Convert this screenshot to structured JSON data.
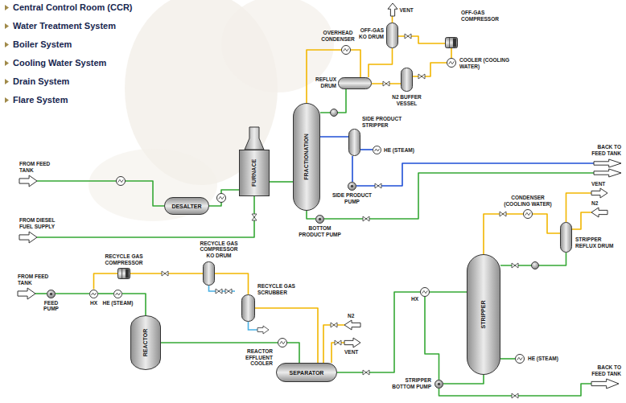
{
  "diagram": {
    "nodes": [
      {
        "text": [
          "OVERHEAD CONDENSER"
        ]
      },
      {
        "text": [
          "OFF-GAS KO DRUM"
        ]
      },
      {
        "text": [
          "VENT"
        ]
      },
      {
        "text": [
          "OFF-GAS COMPRESSOR"
        ]
      },
      {
        "text": [
          "REFLUX DRUM"
        ]
      },
      {
        "text": [
          "COOLER (COOLING WATER)"
        ]
      },
      {
        "text": [
          "N2 BUFFER VESSEL"
        ]
      },
      {
        "text": [
          "FRACTIONATION"
        ]
      },
      {
        "text": [
          "SIDE PRODUCT STRIPPER"
        ]
      },
      {
        "text": [
          "HE (STEAM)"
        ]
      },
      {
        "text": [
          "FROM FEED TANK"
        ]
      },
      {
        "text": [
          "FURNACE"
        ]
      },
      {
        "text": [
          "DESALTER"
        ]
      },
      {
        "text": [
          "SIDE PRODUCT PUMP"
        ]
      },
      {
        "text": [
          "BACK TO FEED TANK"
        ]
      },
      {
        "text": [
          "FROM DIESEL FUEL SUPPLY"
        ]
      },
      {
        "text": [
          "BOTTOM PRODUCT PUMP"
        ]
      },
      {
        "text": [
          "VENT"
        ]
      },
      {
        "text": [
          "CONDENSER (COOLING WATER)"
        ]
      },
      {
        "text": [
          "N2"
        ]
      },
      {
        "text": [
          "STRIPPER REFLUX DRUM"
        ]
      },
      {
        "text": [
          "RECYCLE GAS COMPRESSOR KO DRUM"
        ]
      },
      {
        "text": [
          "RECYCLE GAS COMPRESSOR"
        ]
      },
      {
        "text": [
          "FROM FEED TANK"
        ]
      },
      {
        "text": [
          "FEED PUMP"
        ]
      },
      {
        "text": [
          "HX"
        ]
      },
      {
        "text": [
          "HE (STEAM)"
        ]
      },
      {
        "text": [
          "RECYCLE GAS SCRUBBER"
        ]
      },
      {
        "text": [
          "STRIPPER"
        ]
      },
      {
        "text": [
          "HX"
        ]
      },
      {
        "text": [
          "REACTOR"
        ]
      },
      {
        "text": [
          "N2"
        ]
      },
      {
        "text": [
          "VENT"
        ]
      },
      {
        "text": [
          "REACTOR EFFLUENT COOLER"
        ]
      },
      {
        "text": [
          "SEPARATOR"
        ]
      },
      {
        "text": [
          "HE (STEAM)"
        ]
      },
      {
        "text": [
          "BACK TO FEED TANK"
        ]
      },
      {
        "text": [
          "STRIPPER BOTTOM PUMP"
        ]
      }
    ],
    "edges": [
      {
        "from": 10,
        "to": 12,
        "arrow": "none"
      },
      {
        "from": 12,
        "to": 11,
        "arrow": "none"
      },
      {
        "from": 15,
        "to": 11,
        "arrow": "none"
      },
      {
        "from": 11,
        "to": 7,
        "arrow": "none"
      },
      {
        "from": 7,
        "to": 0,
        "arrow": "none"
      },
      {
        "from": 0,
        "to": 4,
        "arrow": "none"
      },
      {
        "from": 4,
        "to": 1,
        "arrow": "none"
      },
      {
        "from": 1,
        "to": 2,
        "arrow": "none"
      },
      {
        "from": 1,
        "to": 3,
        "arrow": "none"
      },
      {
        "from": 3,
        "to": 5,
        "arrow": "none"
      },
      {
        "from": 5,
        "to": 6,
        "arrow": "none"
      },
      {
        "from": 6,
        "to": 4,
        "arrow": "none"
      },
      {
        "from": 4,
        "to": 7,
        "arrow": "none"
      },
      {
        "from": 7,
        "to": 8,
        "arrow": "none"
      },
      {
        "from": 8,
        "to": 9,
        "arrow": "none"
      },
      {
        "from": 8,
        "to": 13,
        "arrow": "none"
      },
      {
        "from": 13,
        "to": 14,
        "arrow": "none"
      },
      {
        "from": 7,
        "to": 16,
        "arrow": "none"
      },
      {
        "from": 16,
        "to": 14,
        "arrow": "none"
      },
      {
        "from": 23,
        "to": 24,
        "arrow": "none"
      },
      {
        "from": 24,
        "to": 25,
        "arrow": "none"
      },
      {
        "from": 25,
        "to": 26,
        "arrow": "none"
      },
      {
        "from": 26,
        "to": 30,
        "arrow": "none"
      },
      {
        "from": 22,
        "to": 25,
        "arrow": "none"
      },
      {
        "from": 21,
        "to": 22,
        "arrow": "none"
      },
      {
        "from": 27,
        "to": 21,
        "arrow": "none"
      },
      {
        "from": 34,
        "to": 27,
        "arrow": "none"
      },
      {
        "from": 31,
        "to": 34,
        "arrow": "none"
      },
      {
        "from": 34,
        "to": 32,
        "arrow": "none"
      },
      {
        "from": 30,
        "to": 33,
        "arrow": "none"
      },
      {
        "from": 33,
        "to": 34,
        "arrow": "none"
      },
      {
        "from": 34,
        "to": 29,
        "arrow": "none"
      },
      {
        "from": 29,
        "to": 28,
        "arrow": "none"
      },
      {
        "from": 28,
        "to": 18,
        "arrow": "none"
      },
      {
        "from": 18,
        "to": 20,
        "arrow": "none"
      },
      {
        "from": 20,
        "to": 17,
        "arrow": "none"
      },
      {
        "from": 19,
        "to": 20,
        "arrow": "none"
      },
      {
        "from": 20,
        "to": 28,
        "arrow": "none"
      },
      {
        "from": 28,
        "to": 35,
        "arrow": "none"
      },
      {
        "from": 28,
        "to": 37,
        "arrow": "none"
      },
      {
        "from": 37,
        "to": 36,
        "arrow": "none"
      },
      {
        "from": 37,
        "to": 29,
        "arrow": "none"
      }
    ],
    "labels": [
      "Central Control Room (CCR)",
      "Water Treatment System",
      "Boiler System",
      "Cooling Water System",
      "Drain System",
      "Flare System"
    ]
  }
}
